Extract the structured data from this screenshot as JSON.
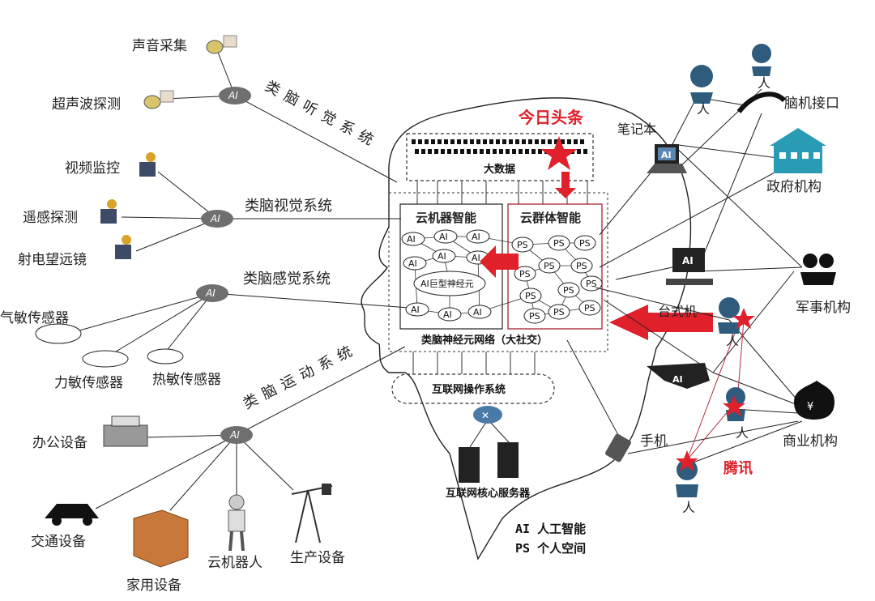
{
  "hub_label": "AI",
  "node_ai": "AI",
  "node_ps": "PS",
  "sensors": {
    "sound": "声音采集",
    "ultrasonic": "超声波探测",
    "video": "视频监控",
    "remote": "遥感探测",
    "telescope": "射电望远镜",
    "gas": "气敏传感器",
    "force": "力敏传感器",
    "heat": "热敏传感器"
  },
  "systems": {
    "hearing": "类脑听觉系统",
    "vision": "类脑视觉系统",
    "feeling": "类脑感觉系统",
    "motion": "类脑运动系统"
  },
  "devices": {
    "office": "办公设备",
    "traffic": "交通设备",
    "home": "家用设备",
    "robot": "云机器人",
    "production": "生产设备"
  },
  "brain": {
    "bigdata": "大数据",
    "cloud_machine": "云机器智能",
    "cloud_swarm": "云群体智能",
    "giant_neuron": "AI巨型神经元",
    "network": "类脑神经元网络（大社交）",
    "os": "互联网操作系统",
    "servers": "互联网核心服务器"
  },
  "right": {
    "laptop": "笔记本",
    "person": "人",
    "bci": "脑机接口",
    "gov": "政府机构",
    "desktop": "台式机",
    "military": "军事机构",
    "phone": "手机",
    "business": "商业机构",
    "toutiao": "今日头条",
    "tencent": "腾讯"
  },
  "legend": {
    "ai": "AI  人工智能",
    "ps": "PS  个人空间"
  },
  "colors": {
    "red": "#e0202a",
    "gray_node": "#6f6f6f",
    "person_blue": "#2f5c7d",
    "gov_teal": "#2a9bb5"
  }
}
